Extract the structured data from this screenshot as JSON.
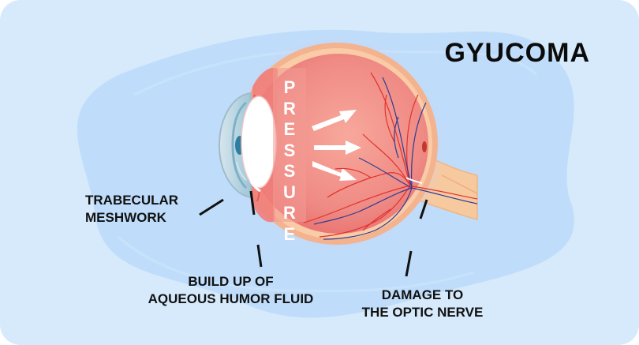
{
  "title": "GYUCOMA",
  "pressure_text": "PRESSURE",
  "labels": {
    "trabecular_line1": "TRABECULAR",
    "trabecular_line2": "MESHWORK",
    "buildup_line1": "BUILD UP OF",
    "buildup_line2": "AQUEOUS HUMOR FLUID",
    "damage_line1": "DAMAGE TO",
    "damage_line2": "THE OPTIC NERVE"
  },
  "colors": {
    "background": "#d6eafb",
    "blob": "#bddcfa",
    "sclera": "#f6c8a0",
    "vitreous": "#ee7f7b",
    "nerve": "#f7c99f",
    "lens": "#ffffff",
    "iris": "#2f7ea0",
    "vessel_red": "#e2312e",
    "vessel_blue": "#2e3c94",
    "text": "#111111"
  }
}
